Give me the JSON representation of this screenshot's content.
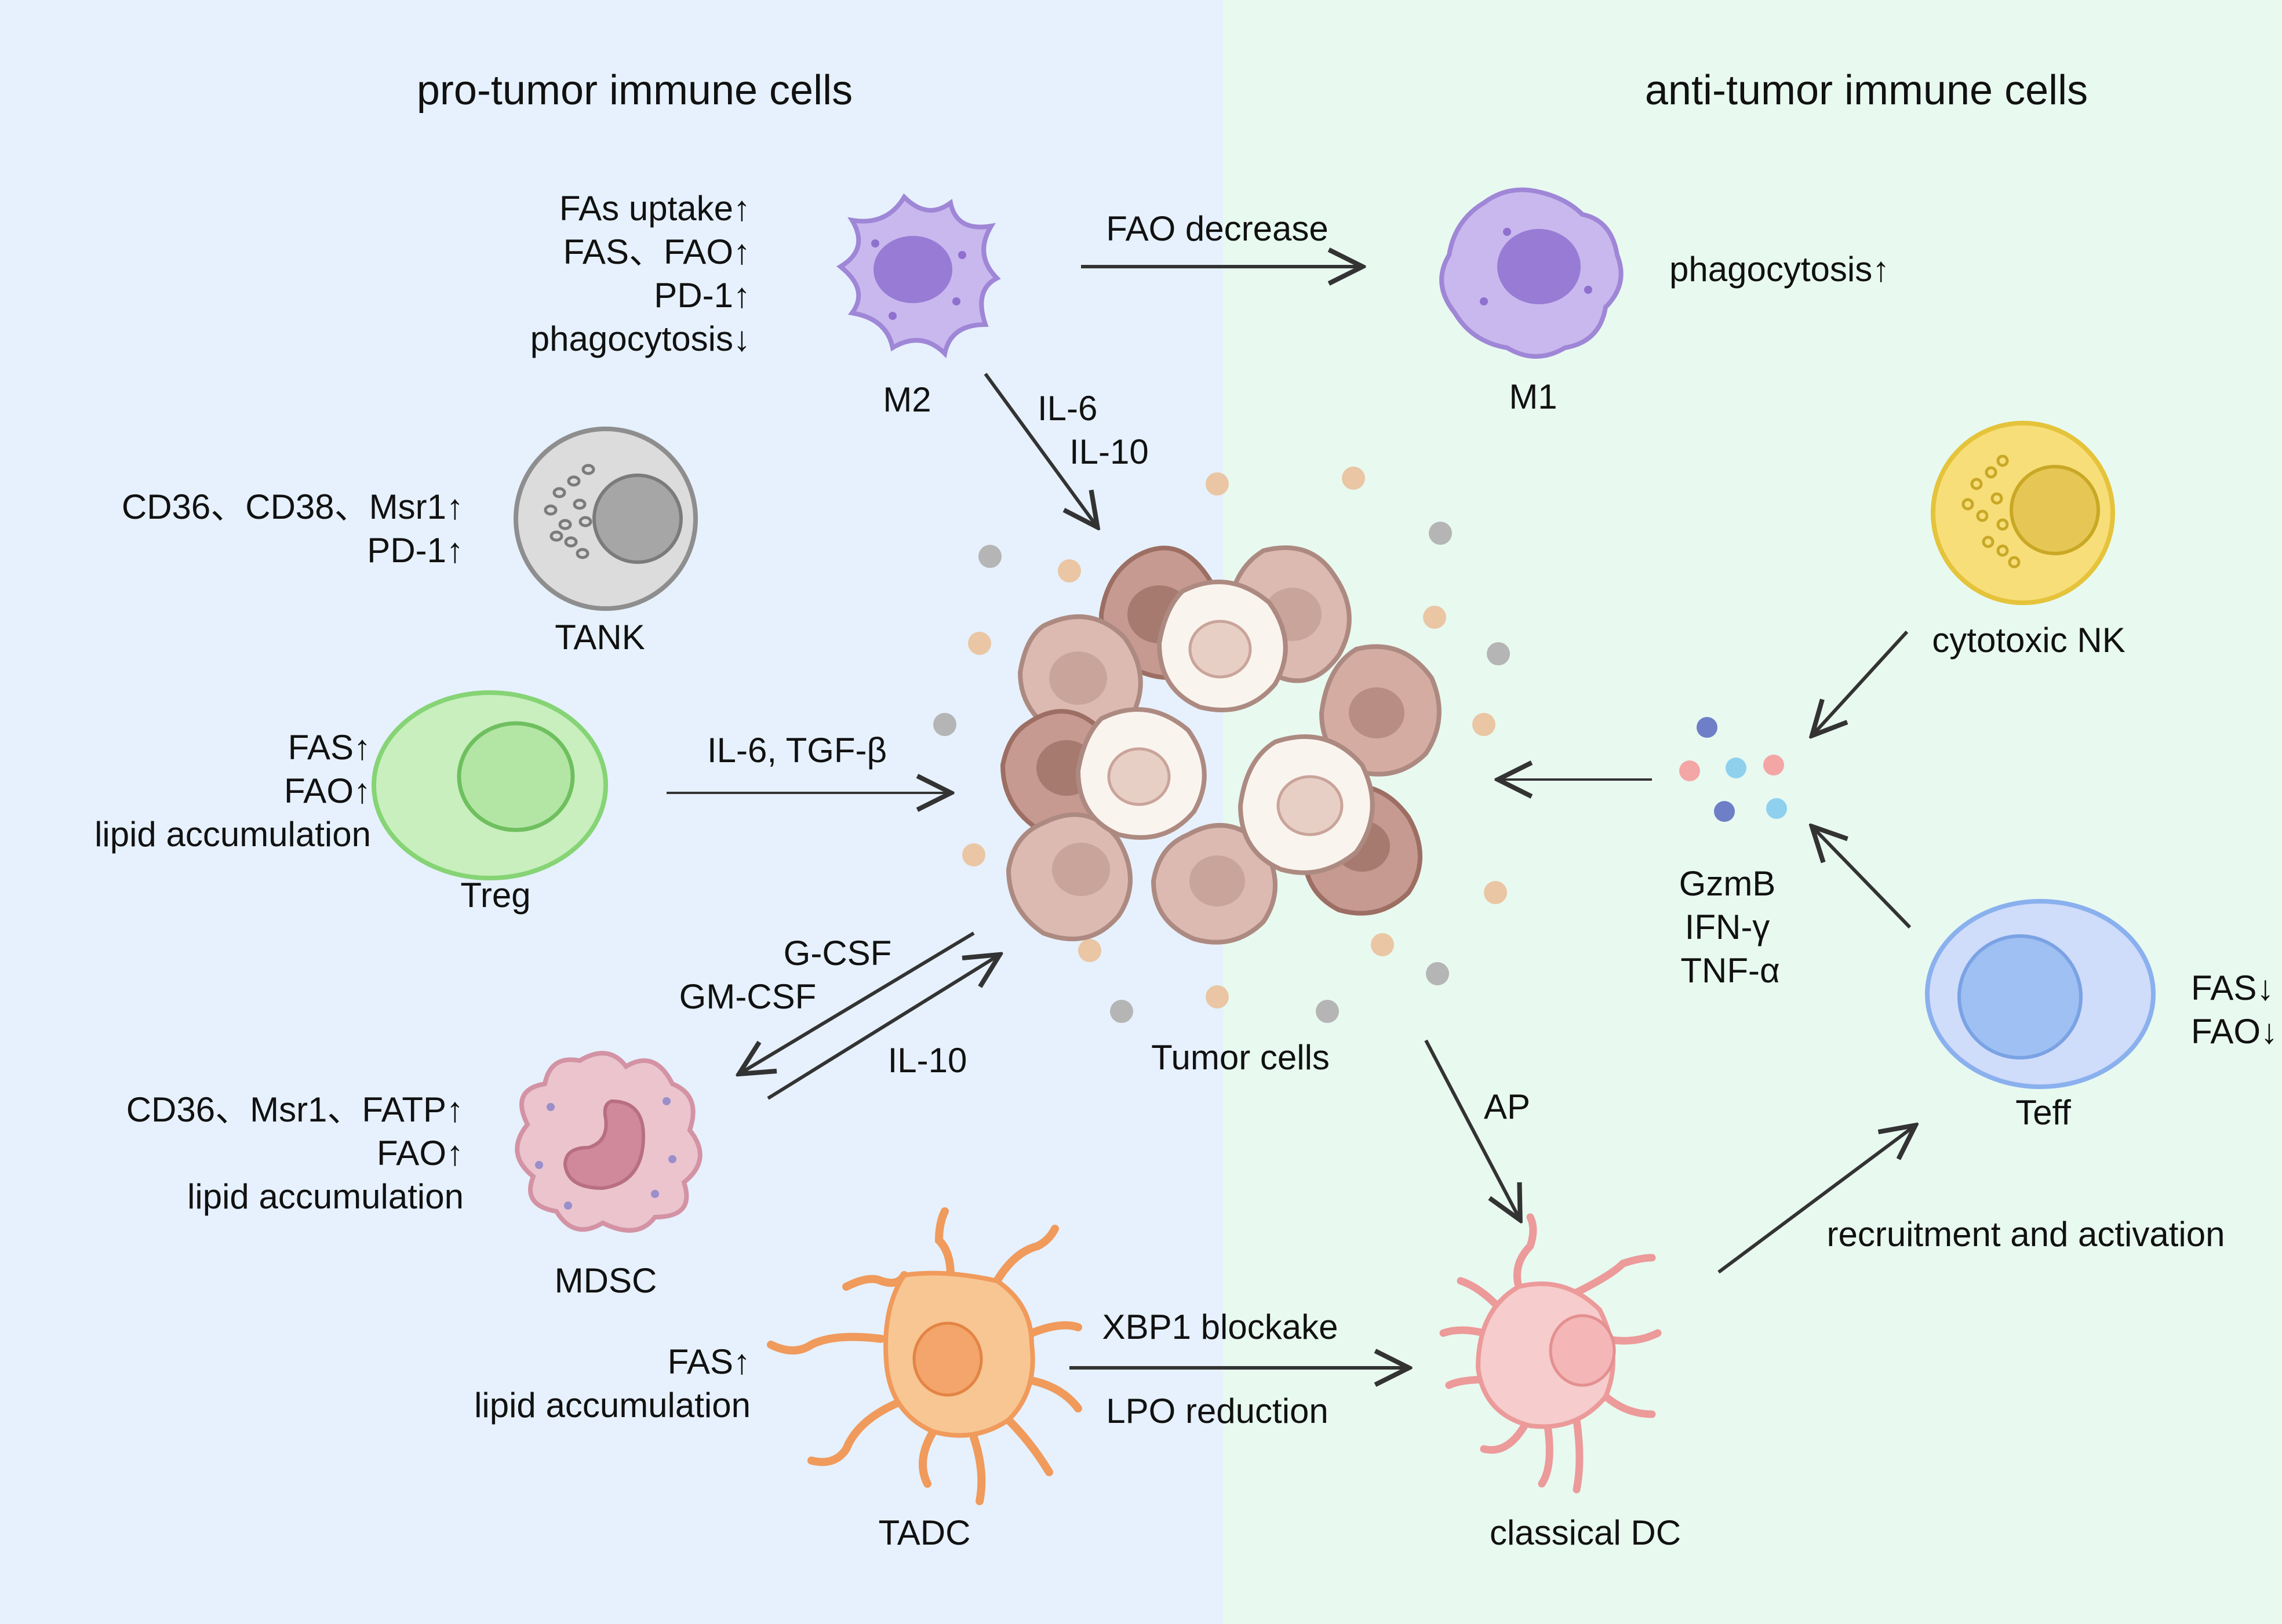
{
  "headers": {
    "left": "pro-tumor immune cells",
    "right": "anti-tumor immune cells"
  },
  "cells": {
    "m2": {
      "label": "M2",
      "notes": [
        "FAs uptake↑",
        "FAS、FAO↑",
        "PD-1↑",
        "phagocytosis↓"
      ]
    },
    "m1": {
      "label": "M1",
      "notes": [
        "phagocytosis↑"
      ]
    },
    "tank": {
      "label": "TANK",
      "notes": [
        "CD36、CD38、Msr1↑",
        "PD-1↑"
      ]
    },
    "treg": {
      "label": "Treg",
      "notes": [
        "FAS↑",
        "FAO↑",
        "lipid accumulation"
      ]
    },
    "mdsc": {
      "label": "MDSC",
      "notes": [
        "CD36、Msr1、FATP↑",
        "FAO↑",
        "lipid accumulation"
      ]
    },
    "tadc": {
      "label": "TADC",
      "notes": [
        "FAS↑",
        "lipid accumulation"
      ]
    },
    "tumor": {
      "label": "Tumor cells"
    },
    "nk": {
      "label": "cytotoxic NK"
    },
    "teff": {
      "label": "Teff",
      "notes": [
        "FAS↓",
        "FAO↓"
      ]
    },
    "cdc": {
      "label": "classical DC"
    },
    "cytokines": {
      "notes": [
        "GzmB",
        "IFN-γ",
        "TNF-α"
      ]
    }
  },
  "arrows": {
    "m2_m1": "FAO decrease",
    "m2_tumor": [
      "IL-6",
      "IL-10"
    ],
    "treg_tumor": "IL-6, TGF-β",
    "tumor_mdsc": [
      "G-CSF",
      "GM-CSF"
    ],
    "mdsc_tumor": "IL-10",
    "tadc_cdc": [
      "XBP1 blockake",
      "LPO reduction"
    ],
    "tumor_cdc": "AP",
    "cdc_teff": "recruitment and activation"
  },
  "colors": {
    "left_bg": "#e6f1fd",
    "right_bg": "#e8f9f0",
    "macrophage": "#c9b8ee",
    "tank": "#dcdcdc",
    "treg": "#c8efbd",
    "mdsc": "#ebc4ce",
    "tadc": "#f7c692",
    "tumor": "#d4aca2",
    "nk": "#f7de78",
    "teff": "#b8d0f7",
    "cdc": "#f6cccc"
  }
}
